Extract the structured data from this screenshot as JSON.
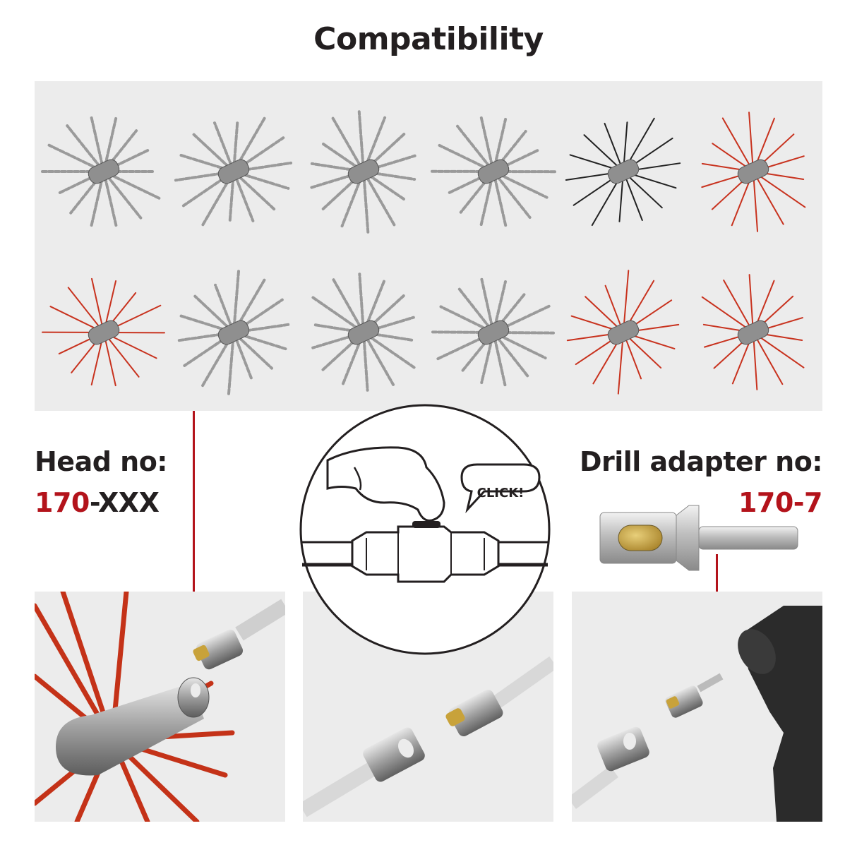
{
  "title": "Compatibility",
  "gallery": {
    "items": [
      {
        "name": "chain-rod-head",
        "color": "#9a9a9a"
      },
      {
        "name": "three-chain-head",
        "color": "#9a9a9a"
      },
      {
        "name": "four-chain-head",
        "color": "#9a9a9a"
      },
      {
        "name": "wire-loop-head",
        "color": "#9a9a9a"
      },
      {
        "name": "black-nylon-brush",
        "color": "#222222"
      },
      {
        "name": "red-nylon-brush",
        "color": "#c8321e"
      },
      {
        "name": "red-star-brush",
        "color": "#c8321e"
      },
      {
        "name": "steel-wire-brush",
        "color": "#9a9a9a"
      },
      {
        "name": "three-chain-head-2",
        "color": "#9a9a9a"
      },
      {
        "name": "four-chain-head-2",
        "color": "#9a9a9a"
      },
      {
        "name": "red-rod-brush",
        "color": "#c8321e"
      },
      {
        "name": "red-loop-ball",
        "color": "#c8321e"
      }
    ]
  },
  "head": {
    "label": "Head no:",
    "number_red": "170",
    "number_rest": "-XXX"
  },
  "adapter": {
    "label": "Drill adapter no:",
    "number": "170-7"
  },
  "callout": {
    "text": "CLICK!"
  },
  "colors": {
    "accent": "#b3131b",
    "panel": "#ececec",
    "text": "#231f20",
    "brass": "#c8a23a"
  }
}
